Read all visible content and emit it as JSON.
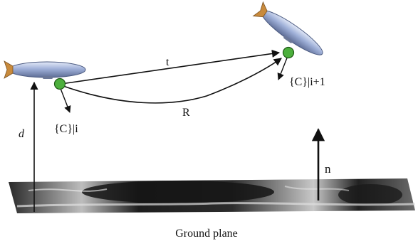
{
  "labels": {
    "translation": "t",
    "rotation": "R",
    "frame_i": "{C}|i",
    "frame_i1": "{C}|i+1",
    "distance": "d",
    "normal": "n",
    "ground": "Ground plane"
  },
  "colors": {
    "camera_center": "#4caf3c",
    "airship_body": "#9fb0d8",
    "ground_dark": "#1c1c1c",
    "ground_light": "#d8d8d8"
  },
  "icons": {
    "airship_left": "airship-icon",
    "airship_right": "airship-icon"
  }
}
